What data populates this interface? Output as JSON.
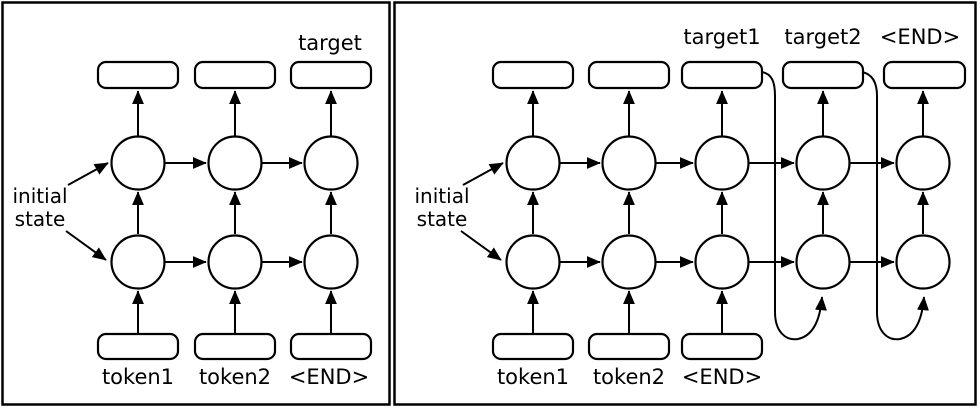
{
  "diagram_type": "seq2seq-rnn-training-vs-generation",
  "colors": {
    "stroke": "#000000",
    "background": "#ffffff",
    "node_fill": "#ffffff"
  },
  "left_panel": {
    "output_label": "target",
    "input_labels": [
      "token1",
      "token2",
      "<END>"
    ],
    "initial_state": {
      "line1": "initial",
      "line2": "state"
    },
    "structure": "2-layer RNN, 3 time steps; inputs token1, token2, <END>; single labeled output target at last step"
  },
  "right_panel": {
    "output_labels": [
      "target1",
      "target2",
      "<END>"
    ],
    "input_labels": [
      "token1",
      "token2",
      "<END>"
    ],
    "initial_state": {
      "line1": "initial",
      "line2": "state"
    },
    "structure": "2-layer RNN, 5 time steps; outputs target1 and target2 are fed back as inputs to the next two time steps via curved feedback arrows"
  }
}
